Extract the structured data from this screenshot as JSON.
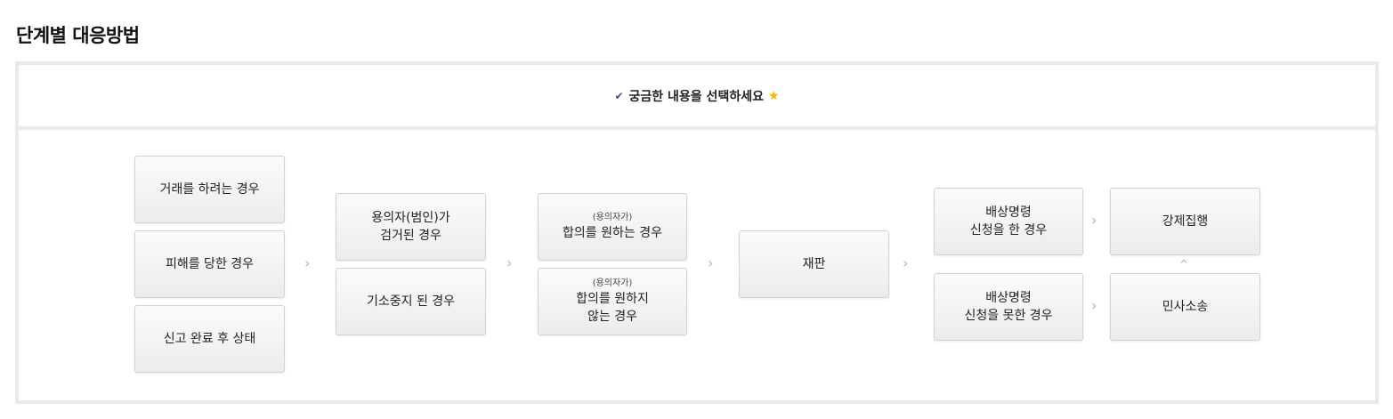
{
  "title": "단계별 대응방법",
  "header": {
    "check_icon": "✔",
    "prompt": "궁금한 내용을 선택하세요",
    "star_icon": "★"
  },
  "column1": {
    "item1": "거래를 하려는 경우",
    "item2": "피해를 당한 경우",
    "item3": "신고 완료 후 상태"
  },
  "column2": {
    "item1_line1": "용의자(범인)가",
    "item1_line2": "검거된 경우",
    "item2": "기소중지 된 경우"
  },
  "column3": {
    "item1_small": "(용의자가)",
    "item1": "합의를 원하는 경우",
    "item2_small": "(용의자가)",
    "item2_line1": "합의를 원하지",
    "item2_line2": "않는 경우"
  },
  "column4": {
    "item1": "재판"
  },
  "column5": {
    "item1_line1": "배상명령",
    "item1_line2": "신청을 한 경우",
    "item2_line1": "배상명령",
    "item2_line2": "신청을 못한 경우"
  },
  "column6": {
    "item1": "강제집행",
    "item2": "민사소송"
  },
  "arrows": {
    "right": "›",
    "up": "^"
  }
}
